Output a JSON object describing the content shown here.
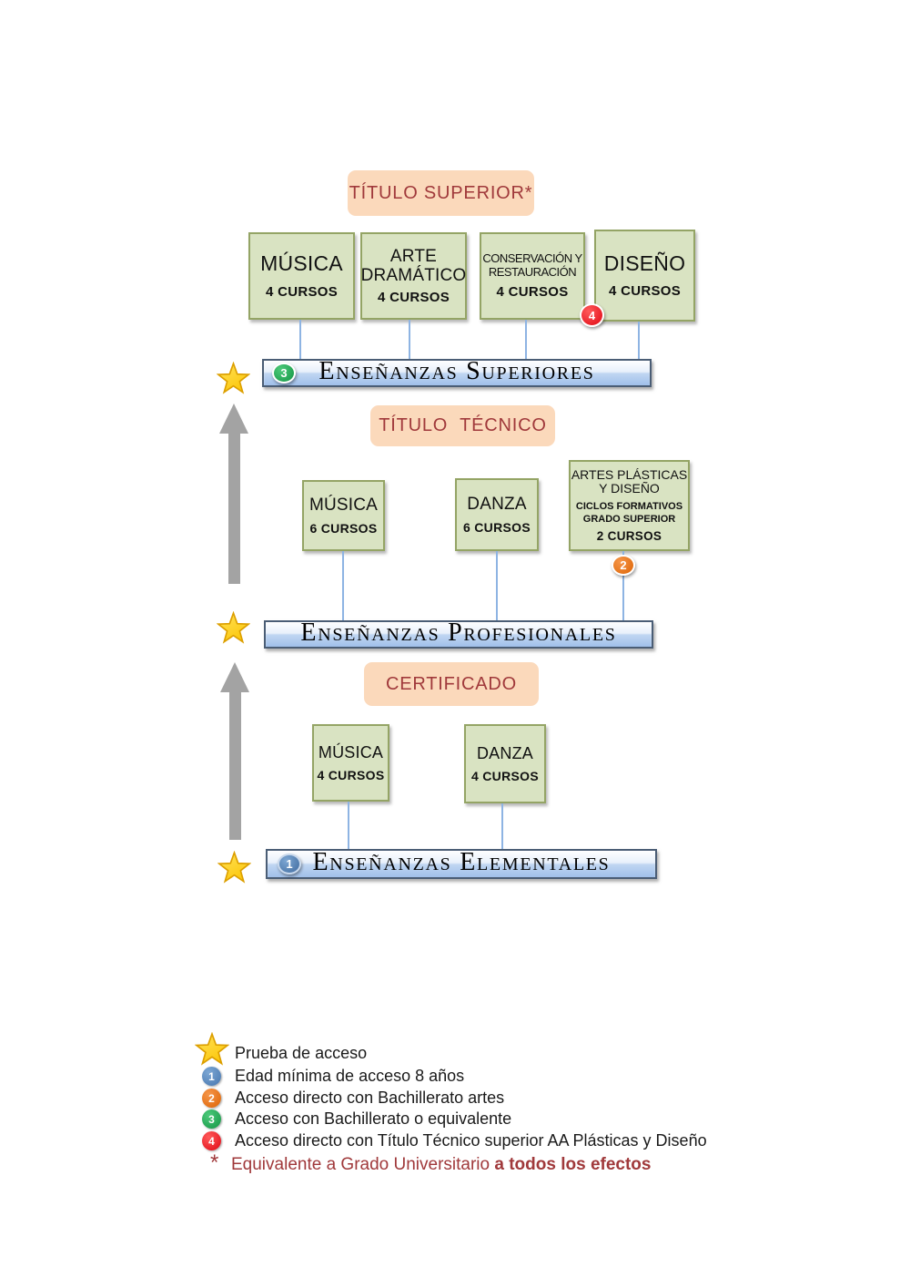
{
  "levels": {
    "superior": {
      "title_label": "TÍTULO SUPERIOR*",
      "bar": {
        "label": "Enseñanzas Superiores",
        "badge": "3"
      },
      "boxes": [
        {
          "title": "MÚSICA",
          "courses": "4 CURSOS"
        },
        {
          "title": "ARTE DRAMÁTICO",
          "courses": "4 CURSOS"
        },
        {
          "title": "CONSERVACIÓN Y RESTAURACIÓN",
          "courses": "4 CURSOS",
          "badge": "4"
        },
        {
          "title": "DISEÑO",
          "courses": "4 CURSOS"
        }
      ]
    },
    "profesional": {
      "title_label": "TÍTULO TÉCNICO",
      "bar": {
        "label": "Enseñanzas Profesionales",
        "badge": "2"
      },
      "boxes": [
        {
          "title": "MÚSICA",
          "courses": "6 CURSOS"
        },
        {
          "title": "DANZA",
          "courses": "6 CURSOS"
        },
        {
          "title": "ARTES PLÁSTICAS Y DISEÑO",
          "subtitle": "CICLOS FORMATIVOS GRADO SUPERIOR",
          "courses": "2 CURSOS",
          "badge": "2"
        }
      ]
    },
    "elemental": {
      "title_label": "CERTIFICADO",
      "bar": {
        "label": "Enseñanzas Elementales",
        "badge": "1"
      },
      "boxes": [
        {
          "title": "MÚSICA",
          "courses": "4 CURSOS"
        },
        {
          "title": "DANZA",
          "courses": "4 CURSOS"
        }
      ]
    }
  },
  "legend": {
    "items": [
      {
        "marker": "star",
        "label": "Prueba de acceso"
      },
      {
        "marker": "1",
        "label": "Edad mínima de acceso 8 años"
      },
      {
        "marker": "2",
        "label": "Acceso directo con Bachillerato artes"
      },
      {
        "marker": "3",
        "label": "Acceso con Bachillerato o equivalente"
      },
      {
        "marker": "4",
        "label": "Acceso directo con Título Técnico superior AA Plásticas y Diseño"
      }
    ],
    "footnote": {
      "symbol": "*",
      "text": "Equivalente a Grado Universitario",
      "bold_text": "a todos los efectos"
    }
  },
  "colors": {
    "badge_blue": "#4f81bd",
    "badge_orange": "#e36c0a",
    "badge_green": "#1ca04c",
    "badge_red": "#e8112d",
    "star_fill": "#ffd824",
    "star_stroke": "#dc9f00"
  }
}
